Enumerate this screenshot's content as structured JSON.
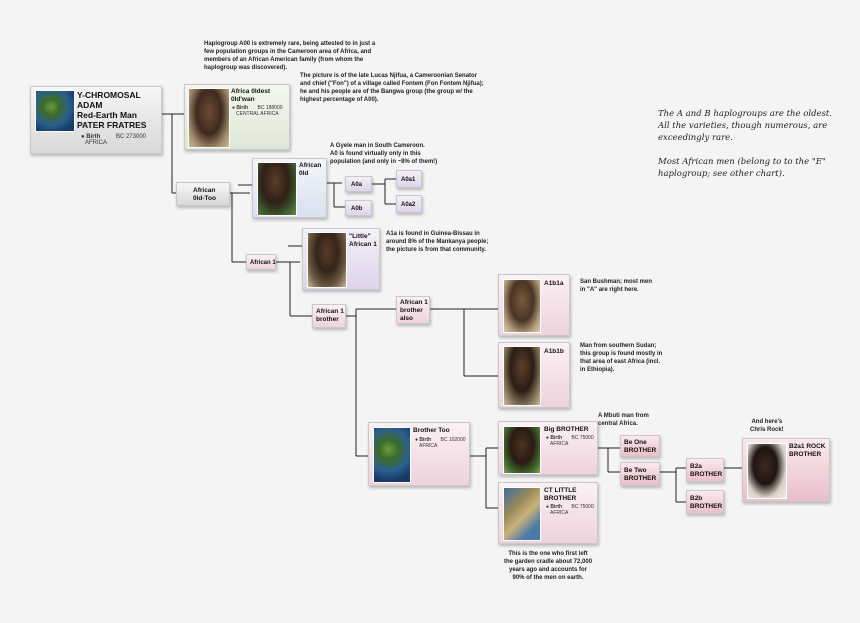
{
  "nodes": {
    "adam": {
      "title": "Y-CHROMOSAL\nADAM\nRed-Earth Man\nPATER FRATRES",
      "birth_label": "Birth",
      "birth_year": "BC 273000",
      "place": "AFRICA"
    },
    "africa_oldest": {
      "title": "Africa 0ldest\n0ld'wan",
      "birth_label": "Birth",
      "birth_year": "BC 188000",
      "place": "CENTRAL AFRICA"
    },
    "african_old_too": {
      "title": "African\n0ld-Too"
    },
    "african_old": {
      "title": "African\n0ld"
    },
    "a0a": {
      "title": "A0a"
    },
    "a0b": {
      "title": "A0b"
    },
    "a0a1": {
      "title": "A0a1"
    },
    "a0a2": {
      "title": "A0a2"
    },
    "african1": {
      "title": "African 1"
    },
    "little_african1": {
      "title": "\"Little\"\nAfrican 1"
    },
    "african1_brother": {
      "title": "African 1\nbrother"
    },
    "african1_brother_also": {
      "title": "African 1\nbrother\nalso"
    },
    "a1b1a": {
      "title": "A1b1a"
    },
    "a1b1b": {
      "title": "A1b1b"
    },
    "brother_too": {
      "title": "Brother Too",
      "birth_label": "Birth",
      "birth_year": "BC 102000",
      "place": "AFRICA"
    },
    "big_brother": {
      "title": "Big BROTHER",
      "birth_label": "Birth",
      "birth_year": "BC 75000",
      "place": "AFRICA"
    },
    "ct_little_brother": {
      "title": "CT LITTLE\nBROTHER",
      "birth_label": "Birth",
      "birth_year": "BC 75000",
      "place": "AFRICA"
    },
    "be_one": {
      "title": "Be One\nBROTHER"
    },
    "be_two": {
      "title": "Be Two\nBROTHER"
    },
    "b2a": {
      "title": "B2a\nBROTHER"
    },
    "b2b": {
      "title": "B2b\nBROTHER"
    },
    "b2a1": {
      "title": "B2a1 ROCK\nBROTHER"
    }
  },
  "notes": {
    "a00_rare": "Haplogroup A00 is extremely rare, being attested to in just a\nfew population groups in the Cameroon area of Africa, and\nmembers of an African American family (from whom the\nhaplogroup was discovered).",
    "picture_senator": "The picture is of the late Lucas Njifua, a Cameroonian Senator\nand chief (\"Fon\") of a village called Fontem (Fon Fontem Njifua);\nhe and his people are of the Bangwa group (the group w/ the\nhighest percentage of A00).",
    "gyele": "A Gyele man in South Cameroon.\nA0 is found virtually only in this\npopulation (and only in ~8% of them!)",
    "a1a": "A1a is found in Guinea-Bissau in\naround 8% of the Mankanya people;\nthe picture is from that community.",
    "bushman": "San Bushman; most men\nin \"A\" are right here.",
    "sudan": "Man from southern Sudan;\nthis group is found mostly in\nthat area of east Africa (incl.\nin Ethiopia).",
    "mbuti": "A Mbuti man from\ncentral Africa.",
    "chris_rock": "And here's\nChris Rock!",
    "garden": "This is the one who first left\nthe garden cradle about 72,000\nyears ago and accounts for\n90% of the men on earth.",
    "side_text": "The A and B haplogroups are the oldest.\nAll the varieties, though numerous, are\nexceedingly rare.\n\nMost African men (belong to to the \"E\"\nhaplogroup; see other chart)."
  }
}
